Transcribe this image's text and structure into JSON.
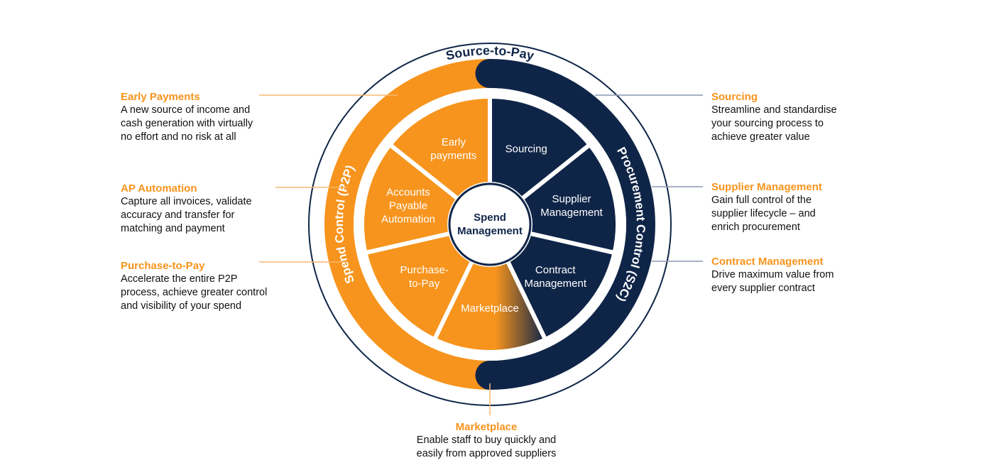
{
  "diagram": {
    "ring_title": "Source-to-Pay",
    "left_arc_label": "Spend Control (P2P)",
    "right_arc_label": "Procurement Control (S2C)",
    "center_label_line1": "Spend",
    "center_label_line2": "Management",
    "segments": [
      {
        "id": "sourcing",
        "lines": [
          "Sourcing"
        ]
      },
      {
        "id": "supplier-management",
        "lines": [
          "Supplier",
          "Management"
        ]
      },
      {
        "id": "contract-management",
        "lines": [
          "Contract",
          "Management"
        ]
      },
      {
        "id": "marketplace",
        "lines": [
          "Marketplace"
        ]
      },
      {
        "id": "purchase-to-pay",
        "lines": [
          "Purchase-",
          "to-Pay"
        ]
      },
      {
        "id": "accounts-payable-automation",
        "lines": [
          "Accounts",
          "Payable",
          "Automation"
        ]
      },
      {
        "id": "early-payments",
        "lines": [
          "Early",
          "payments"
        ]
      }
    ]
  },
  "callouts": {
    "early_payments": {
      "title": "Early Payments",
      "desc": "A new source of income and\ncash generation with virtually\nno effort and no risk at all"
    },
    "ap_automation": {
      "title": "AP Automation",
      "desc": "Capture all invoices, validate\naccuracy and transfer for\nmatching and payment"
    },
    "purchase_to_pay": {
      "title": "Purchase-to-Pay",
      "desc": "Accelerate the entire P2P\nprocess, achieve greater control\nand visibility of your spend"
    },
    "sourcing": {
      "title": "Sourcing",
      "desc": "Streamline and standardise\nyour sourcing process to\nachieve greater value"
    },
    "supplier_management": {
      "title": "Supplier Management",
      "desc": "Gain full control of the\nsupplier lifecycle – and\nenrich procurement"
    },
    "contract_management": {
      "title": "Contract Management",
      "desc": "Drive maximum value from\nevery supplier contract"
    },
    "marketplace": {
      "title": "Marketplace",
      "desc": "Enable staff to buy quickly and\neasily from approved suppliers"
    }
  },
  "colors": {
    "orange": "#F7941D",
    "navy": "#0F2548",
    "line_orange": "#F5B870",
    "line_navy": "#8A99B0"
  }
}
